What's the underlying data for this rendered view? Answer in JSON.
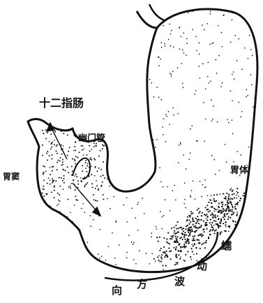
{
  "labels": {
    "duodenum": "十二指肠",
    "pyloric_canal": "幽门管",
    "pyloric_antrum": "胃窦",
    "stomach_body": "胃体"
  },
  "peristalsis_direction_words": [
    "蠕",
    "动",
    "波",
    "方",
    "向"
  ],
  "colors": {
    "ink": "#111111",
    "background": "#ffffff"
  }
}
